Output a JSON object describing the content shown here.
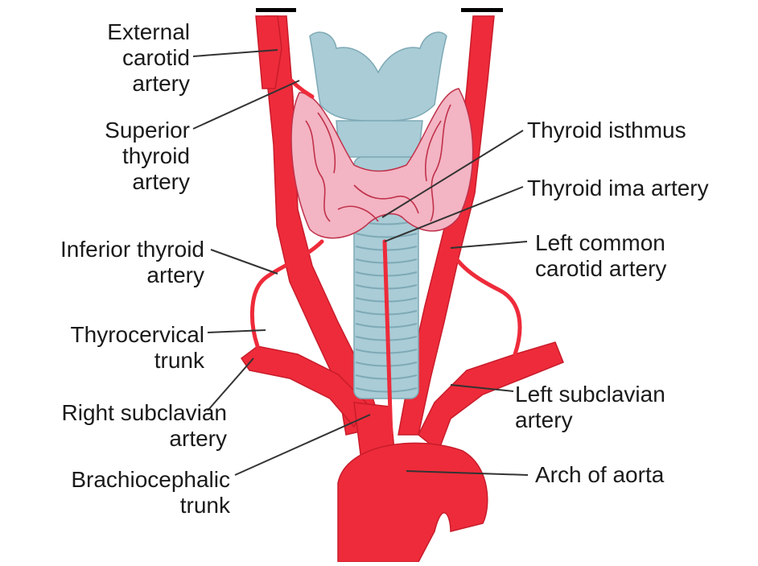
{
  "labels": {
    "external_carotid": [
      "External",
      "carotid",
      "artery"
    ],
    "superior_thyroid": [
      "Superior",
      "thyroid",
      "artery"
    ],
    "inferior_thyroid": [
      "Inferior thyroid",
      "artery"
    ],
    "thyrocervical": [
      "Thyrocervical",
      "trunk"
    ],
    "right_subclavian": [
      "Right subclavian",
      "artery"
    ],
    "brachiocephalic": [
      "Brachiocephalic",
      "trunk"
    ],
    "thyroid_isthmus": [
      "Thyroid isthmus"
    ],
    "thyroid_ima": [
      "Thyroid ima artery"
    ],
    "left_common_carotid": [
      "Left common",
      "carotid artery"
    ],
    "left_subclavian": [
      "Left subclavian",
      "artery"
    ],
    "arch_of_aorta": [
      "Arch of aorta"
    ]
  },
  "colors": {
    "artery": "#ee2b3a",
    "artery_dark": "#c81c2b",
    "cartilage": "#a9ccd6",
    "cartilage_dark": "#7ea9b6",
    "thyroid": "#f3b4c3",
    "thyroid_vessel": "#c0314a",
    "label_line": "#333333"
  }
}
